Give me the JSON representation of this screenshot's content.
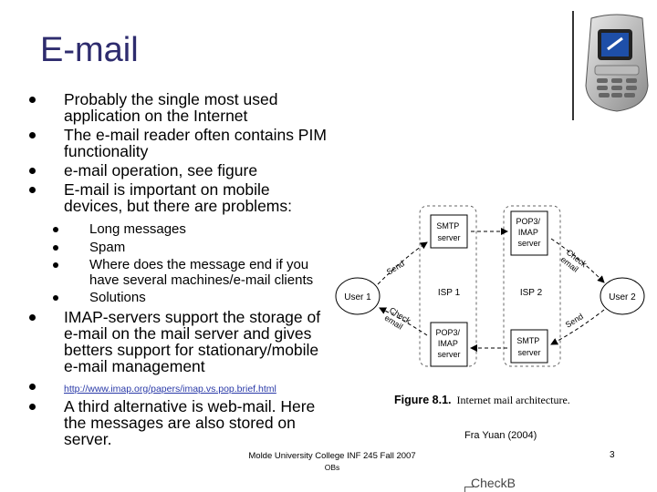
{
  "slide": {
    "title": "E-mail",
    "bullets": [
      "Probably the single most used application on the Internet",
      "The e-mail reader often contains PIM functionality",
      "e-mail operation, see figure",
      "E-mail is important on mobile devices, but there are problems:"
    ],
    "sub_bullets": [
      "Long messages",
      "Spam",
      "Where does the message end if you have several machines/e-mail clients",
      "Solutions"
    ],
    "bullets_after": [
      "IMAP-servers support the storage of e-mail on the mail server and gives betters support for stationary/mobile e-mail management"
    ],
    "link": "http://www.imap.org/papers/imap.vs.pop.brief.html",
    "last_bullet": "A third alternative is web-mail. Here the messages are also stored on server."
  },
  "diagram": {
    "user1": "User 1",
    "user2": "User 2",
    "isp1": "ISP 1",
    "isp2": "ISP 2",
    "smtp_line1": "SMTP",
    "server": "server",
    "pop_line1": "POP3/",
    "pop_line2": "IMAP",
    "send": "Send",
    "check_line1": "Check",
    "check_line2": "email",
    "caption_fig": "Figure 8.1.",
    "caption_text": "Internet mail architecture."
  },
  "footer": {
    "author": "Fra Yuan (2004)",
    "course": "Molde University College INF 245 Fall 2007",
    "initials": "OBs",
    "page": "3",
    "checkb": "CheckB"
  },
  "colors": {
    "title": "#2e2c6e",
    "link": "#2a3aa8"
  }
}
